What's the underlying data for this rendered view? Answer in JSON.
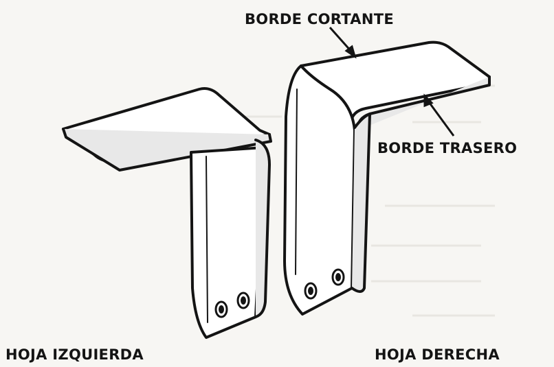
{
  "labels": {
    "cutting_edge": "BORDE CORTANTE",
    "back_edge": "BORDE TRASERO",
    "left_blade": "HOJA IZQUIERDA",
    "right_blade": "HOJA DERECHA"
  },
  "colors": {
    "ink": "#141414",
    "paper": "#f7f6f3"
  }
}
